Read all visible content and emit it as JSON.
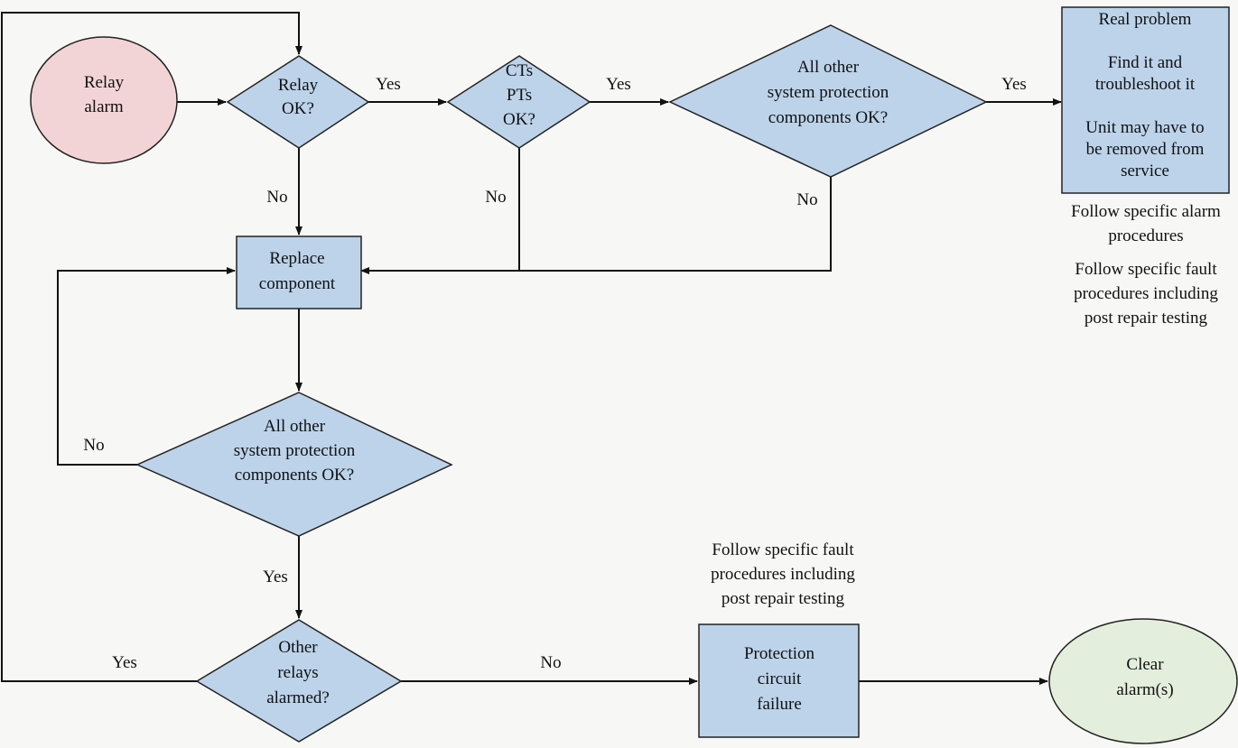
{
  "nodes": {
    "relay_alarm": [
      "Relay",
      "alarm"
    ],
    "relay_ok": [
      "Relay",
      "OK?"
    ],
    "cts_pts_ok": [
      "CTs",
      "PTs",
      "OK?"
    ],
    "all_other_top": [
      "All other",
      "system protection",
      "components OK?"
    ],
    "real_problem": [
      "Real problem",
      "",
      "Find it and",
      "troubleshoot it",
      "",
      "Unit may have to",
      "be removed from",
      "service"
    ],
    "replace_component": [
      "Replace",
      "component"
    ],
    "all_other_mid": [
      "All other",
      "system protection",
      "components OK?"
    ],
    "other_relays": [
      "Other",
      "relays",
      "alarmed?"
    ],
    "protection_failure": [
      "Protection",
      "circuit",
      "failure"
    ],
    "clear_alarms": [
      "Clear",
      "alarm(s)"
    ]
  },
  "notes": {
    "alarm_procedures": [
      "Follow specific alarm",
      "procedures"
    ],
    "fault_procedures_right": [
      "Follow specific fault",
      "procedures including",
      "post repair testing"
    ],
    "fault_procedures_bottom": [
      "Follow specific fault",
      "procedures including",
      "post repair testing"
    ]
  },
  "edge_labels": {
    "relay_ok_yes": "Yes",
    "relay_ok_no": "No",
    "cts_yes": "Yes",
    "cts_no": "No",
    "all_other_top_yes": "Yes",
    "all_other_top_no": "No",
    "all_other_mid_no": "No",
    "all_other_mid_yes": "Yes",
    "other_relays_yes": "Yes",
    "other_relays_no": "No"
  },
  "colors": {
    "process_fill": "#bcd3ea",
    "start_fill": "#f3d4d6",
    "end_fill": "#e4eedd",
    "background": "#f7f7f5"
  }
}
